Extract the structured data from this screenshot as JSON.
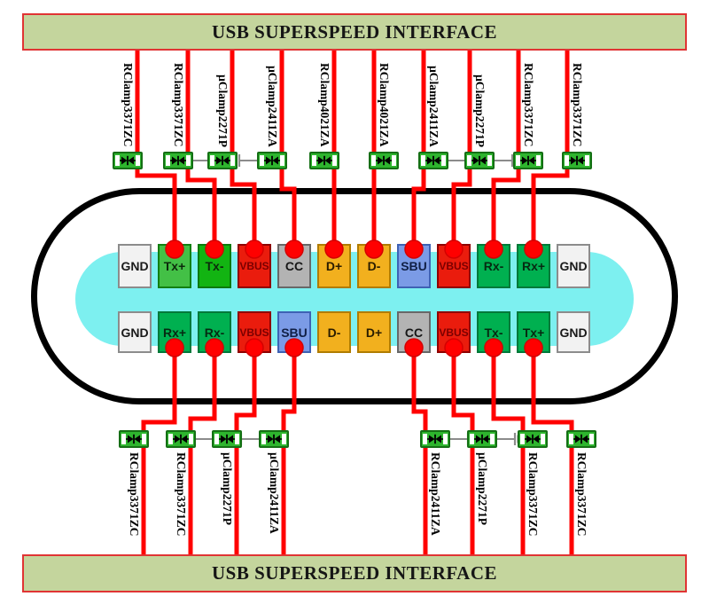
{
  "banners": {
    "top": "USB SUPERSPEED INTERFACE",
    "bottom": "USB SUPERSPEED INTERFACE"
  },
  "colors": {
    "banner_fill": "#c4d59d",
    "banner_border": "#e03434",
    "wire": "#ff0000",
    "connector_outline": "#000000",
    "connector_fill": "#ffffff",
    "tongue_fill": "#7df0f0",
    "device_fill": "#2eb52e",
    "device_border": "#156f15",
    "ground_symbol": "#8c8c8c",
    "pin_gnd": "#f2f2f2",
    "pin_green_light": "#43c046",
    "pin_green": "#12b412",
    "pin_green_dark": "#00b050",
    "pin_vbus": "#ea1c0d",
    "pin_cc": "#b3b3b3",
    "pin_data": "#f2b01e",
    "pin_sbu": "#7b9be6",
    "vbus_text": "#7a0000"
  },
  "pins": {
    "top": [
      {
        "label": "GND",
        "color": "gnd"
      },
      {
        "label": "Tx+",
        "color": "green_a"
      },
      {
        "label": "Tx-",
        "color": "green_b"
      },
      {
        "label": "VBUS",
        "color": "vbus"
      },
      {
        "label": "CC",
        "color": "cc"
      },
      {
        "label": "D+",
        "color": "data"
      },
      {
        "label": "D-",
        "color": "data"
      },
      {
        "label": "SBU",
        "color": "sbu"
      },
      {
        "label": "VBUS",
        "color": "vbus"
      },
      {
        "label": "Rx-",
        "color": "green_c"
      },
      {
        "label": "Rx+",
        "color": "green_c"
      },
      {
        "label": "GND",
        "color": "gnd"
      }
    ],
    "bottom": [
      {
        "label": "GND",
        "color": "gnd"
      },
      {
        "label": "Rx+",
        "color": "green_c"
      },
      {
        "label": "Rx-",
        "color": "green_c"
      },
      {
        "label": "VBUS",
        "color": "vbus"
      },
      {
        "label": "SBU",
        "color": "sbu"
      },
      {
        "label": "D-",
        "color": "data"
      },
      {
        "label": "D+",
        "color": "data"
      },
      {
        "label": "CC",
        "color": "cc"
      },
      {
        "label": "VBUS",
        "color": "vbus"
      },
      {
        "label": "Tx-",
        "color": "green_c"
      },
      {
        "label": "Tx+",
        "color": "green_c"
      },
      {
        "label": "GND",
        "color": "gnd"
      }
    ]
  },
  "protection_devices": {
    "top": [
      {
        "label": "RClamp3371ZC",
        "pin": "Tx+",
        "ground": false
      },
      {
        "label": "RClamp3371ZC",
        "pin": "Tx-",
        "ground": false
      },
      {
        "label": "µClamp2271P",
        "pin": "VBUS",
        "ground": true
      },
      {
        "label": "µClamp2411ZA",
        "pin": "CC",
        "ground": true
      },
      {
        "label": "RClamp4021ZA",
        "pin": "D+",
        "ground": false
      },
      {
        "label": "RClamp4021ZA",
        "pin": "D-",
        "ground": false
      },
      {
        "label": "µClamp2411ZA",
        "pin": "SBU",
        "ground": true
      },
      {
        "label": "µClamp2271P",
        "pin": "VBUS",
        "ground": true
      },
      {
        "label": "RClamp3371ZC",
        "pin": "Rx-",
        "ground": false
      },
      {
        "label": "RClamp3371ZC",
        "pin": "Rx+",
        "ground": false
      }
    ],
    "bottom": [
      {
        "label": "RClamp3371ZC",
        "pin": "Rx+",
        "ground": false
      },
      {
        "label": "RClamp3371ZC",
        "pin": "Rx-",
        "ground": false
      },
      {
        "label": "µClamp2271P",
        "pin": "VBUS",
        "ground": true
      },
      {
        "label": "µClamp2411ZA",
        "pin": "SBU",
        "ground": true
      },
      {
        "label": "RClamp2411ZA",
        "pin": "CC",
        "ground": true
      },
      {
        "label": "µClamp2271P",
        "pin": "VBUS",
        "ground": true
      },
      {
        "label": "RClamp3371ZC",
        "pin": "Tx-",
        "ground": false
      },
      {
        "label": "RClamp3371ZC",
        "pin": "Tx+",
        "ground": false
      }
    ]
  }
}
